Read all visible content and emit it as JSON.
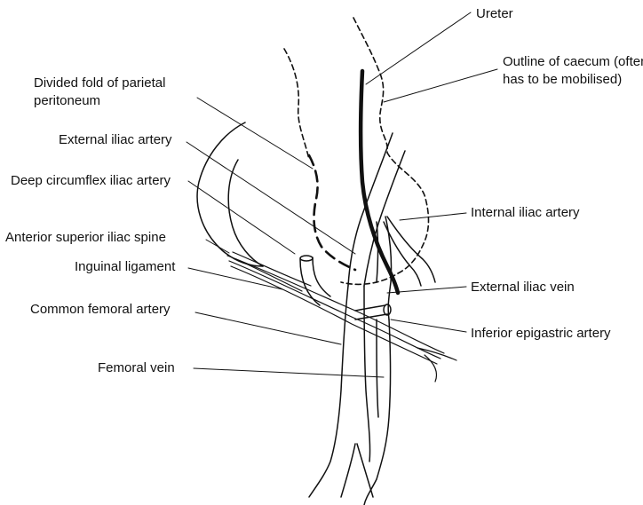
{
  "colors": {
    "ink": "#111111",
    "background": "#ffffff"
  },
  "labels": {
    "ureter": "Ureter",
    "caecum_line1": "Outline of caecum (often",
    "caecum_line2": "has to be mobilised)",
    "divided_fold_line1": "Divided fold of parietal",
    "divided_fold_line2": "peritoneum",
    "external_iliac_artery": "External iliac artery",
    "deep_circumflex": "Deep circumflex iliac artery",
    "asis": "Anterior superior iliac spine",
    "inguinal_ligament": "Inguinal ligament",
    "common_femoral_artery": "Common femoral artery",
    "femoral_vein": "Femoral vein",
    "internal_iliac_artery": "Internal iliac artery",
    "external_iliac_vein": "External iliac vein",
    "inferior_epigastric": "Inferior epigastric artery"
  }
}
